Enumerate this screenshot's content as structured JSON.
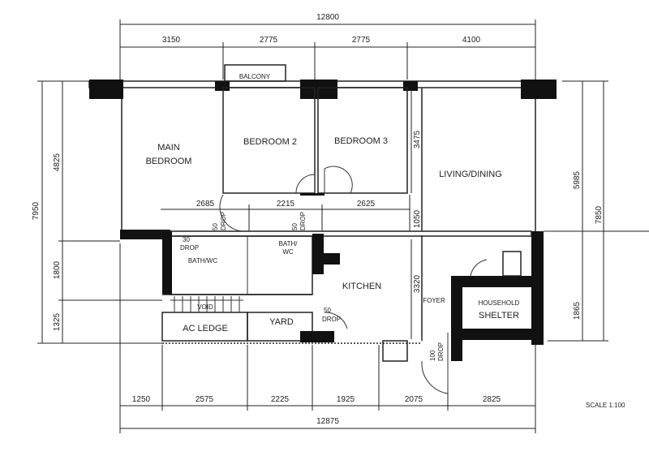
{
  "dimensions": {
    "top_overall": "12800",
    "top_segments": [
      "3150",
      "2775",
      "2775",
      "4100"
    ],
    "bottom_overall": "12875",
    "bottom_segments": [
      "1250",
      "2575",
      "2225",
      "1925",
      "2075",
      "2825"
    ],
    "left_overall": "7950",
    "left_segments": [
      "4825",
      "1800",
      "1325"
    ],
    "right_overall": "7850",
    "right_segments": [
      "5985",
      "1865"
    ],
    "corridor_segments": [
      "2685",
      "2215",
      "2625"
    ],
    "corridor_depth": "1050",
    "bedroom3_depth": "3475",
    "kitchen_depth": "3320"
  },
  "rooms": {
    "balcony": "BALCONY",
    "main_bedroom_line1": "MAIN",
    "main_bedroom_line2": "BEDROOM",
    "bedroom2": "BEDROOM 2",
    "bedroom3": "BEDROOM 3",
    "living_dining": "LIVING/DINING",
    "bath_wc_1": "BATH/WC",
    "bath_wc_2_line1": "BATH/",
    "bath_wc_2_line2": "WC",
    "kitchen": "KITCHEN",
    "foyer": "FOYER",
    "household_shelter_line1": "HOUSEHOLD",
    "household_shelter_line2": "SHELTER",
    "void": "VOID",
    "ac_ledge": "AC LEDGE",
    "yard": "YARD"
  },
  "drops": {
    "drop_label": "DROP",
    "bath1_value": "30",
    "corridor1_value": "50",
    "corridor2_value": "50",
    "yard_value": "50",
    "entrance_value": "100"
  },
  "scale": "SCALE 1:100"
}
